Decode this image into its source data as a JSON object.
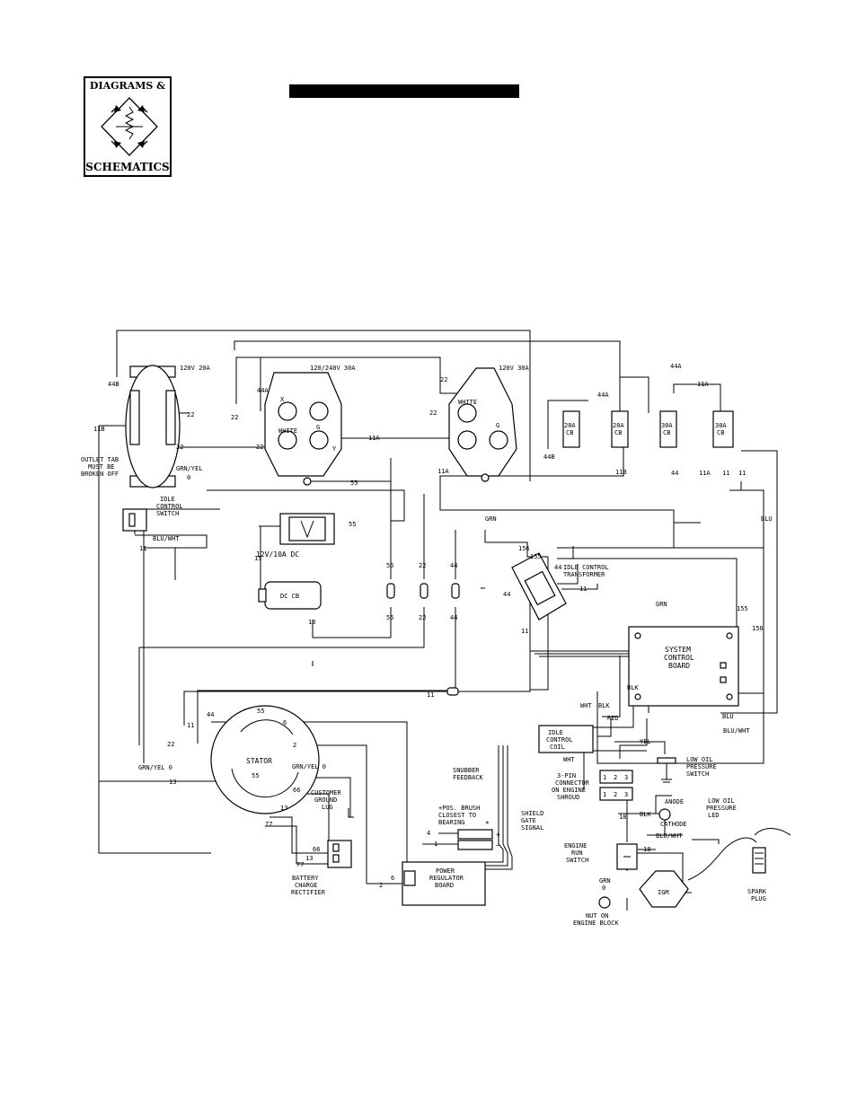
{
  "header": {
    "logo_line1": "DIAGRAMS &",
    "logo_line2": "SCHEMATICS"
  },
  "components": {
    "outlet_120v_20a": "120V 20A",
    "outlet_120_240v_30a": "120/240V 30A",
    "outlet_120v_30a": "120V 30A",
    "white_label_1": "WHITE",
    "white_label_2": "WHITE",
    "g_label_1": "G",
    "g_label_2": "G",
    "x_label": "X",
    "y_label": "Y",
    "outlet_tab_note": [
      "OUTLET TAB",
      "MUST BE",
      "BROKEN OFF"
    ],
    "cb1": [
      "20A",
      "CB"
    ],
    "cb2": [
      "20A",
      "CB"
    ],
    "cb3": [
      "30A",
      "CB"
    ],
    "cb4": [
      "30A",
      "CB"
    ],
    "idle_switch": [
      "IDLE",
      "CONTROL",
      "SWITCH"
    ],
    "dc_outlet": "12V/10A DC",
    "dc_cb": "DC CB",
    "idle_transformer": [
      "IDLE CONTROL",
      "TRANSFORMER"
    ],
    "system_board": [
      "SYSTEM",
      "CONTROL",
      "BOARD"
    ],
    "stator": "STATOR",
    "customer_lug": [
      "CUSTOMER",
      "GROUND",
      "LUG"
    ],
    "rectifier": [
      "BATTERY",
      "CHARGE",
      "RECTIFIER"
    ],
    "snubber": [
      "SNUBBER",
      "FEEDBACK"
    ],
    "brush_note": [
      "+POS. BRUSH",
      "CLOSEST TO",
      "BEARING"
    ],
    "shield_gate": [
      "SHIELD",
      "GATE",
      "SIGNAL"
    ],
    "power_board": [
      "POWER",
      "REGULATOR",
      "BOARD"
    ],
    "idle_coil": [
      "IDLE",
      "CONTROL",
      "COIL"
    ],
    "low_oil_switch": [
      "LOW OIL",
      "PRESSURE",
      "SWITCH"
    ],
    "pin_connector": [
      "3-PIN",
      "CONNECTOR",
      "ON ENGINE",
      "SHROUD"
    ],
    "pin_numbers": [
      "1",
      "2",
      "3",
      "1",
      "2",
      "3"
    ],
    "anode": "ANODE",
    "cathode": "CATHODE",
    "low_oil_led": [
      "LOW OIL",
      "PRESSURE",
      "LED"
    ],
    "engine_switch": [
      "ENGINE",
      "RUN",
      "SWITCH"
    ],
    "nut_block": [
      "NUT ON",
      "ENGINE BLOCK"
    ],
    "ignition": "IGM",
    "spark_plug": [
      "SPARK",
      "PLUG"
    ],
    "plus": "+",
    "minus": "−",
    "star": "*"
  },
  "wires": {
    "w44B_a": "44B",
    "w11B_a": "11B",
    "w22_a": "22",
    "w22_b": "22",
    "w22_c": "22",
    "w22_d": "22",
    "w22_e": "22",
    "w22_f": "22",
    "w44A_a": "44A",
    "w44A_b": "44A",
    "w44A_c": "44A",
    "w11A_a": "11A",
    "w11A_b": "11A",
    "w11A_c": "11A",
    "w11A_d": "11A",
    "w44B_b": "44B",
    "w11B_b": "11B",
    "w44_a": "44",
    "w11_a": "11",
    "w11_b": "11",
    "w55_a": "55",
    "w55_b": "55",
    "w55_c": "55",
    "w55_d": "55",
    "grnyel_a": "GRN/YEL",
    "w0_a": "0",
    "bluwht_a": "BLU/WHT",
    "w11_c": "11",
    "w15": "15",
    "w13_a": "13",
    "grn_a": "GRN",
    "w156_a": "156",
    "w155_a": "155",
    "w44_b": "44",
    "w11_d": "11",
    "w44_c": "44",
    "w44_d": "44",
    "w44_e": "44",
    "w22_g": "22",
    "w11_e": "11",
    "grn_b": "GRN",
    "blu_a": "BLU",
    "w155_b": "155",
    "w156_b": "156",
    "w11_f": "11",
    "w44_f": "44",
    "w55_e": "55",
    "w6_a": "6",
    "w11_g": "11",
    "w22_h": "22",
    "w2_a": "2",
    "grnyel_b": "GRN/YEL 0",
    "grnyel_c": "GRN/YEL 0",
    "w13_b": "13",
    "w66_a": "66",
    "w13_c": "13",
    "w77_a": "77",
    "w66_b": "66",
    "w13_d": "13",
    "w77_b": "77",
    "w4": "4",
    "w1": "1",
    "w6_b": "6",
    "w2_b": "2",
    "blk_a": "BLK",
    "wht_a": "WHT",
    "blk_b": "BLK",
    "red": "RED",
    "yel": "YEL",
    "wht_b": "WHT",
    "blk_c": "BLK",
    "blu_b": "BLU",
    "bluwht_b": "BLU/WHT",
    "bluwht_c": "BLU/WHT",
    "w18_a": "18",
    "w18_b": "18",
    "grn_c": "GRN",
    "w0_b": "0"
  }
}
